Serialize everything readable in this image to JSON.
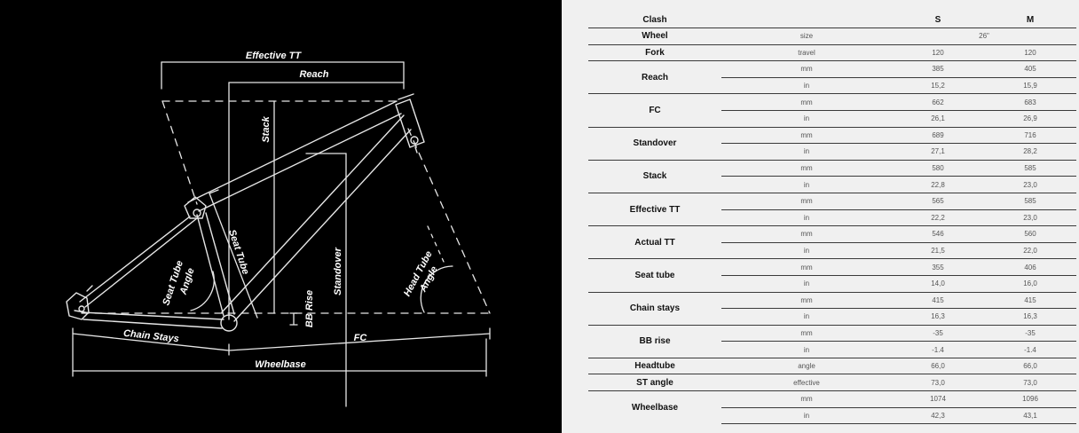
{
  "diagram": {
    "labels": {
      "effective_tt": "Effective TT",
      "reach": "Reach",
      "stack": "Stack",
      "seat_tube": "Seat Tube",
      "seat_tube_angle_line1": "Seat Tube",
      "seat_tube_angle_line2": "Angle",
      "standover": "Standover",
      "bb_rise": "BB Rise",
      "head_tube_angle_line1": "Head Tube",
      "head_tube_angle_line2": "Angle",
      "chain_stays": "Chain Stays",
      "fc": "FC",
      "wheelbase": "Wheelbase"
    }
  },
  "table": {
    "model": "Clash",
    "sizes": [
      "S",
      "M"
    ],
    "rows": [
      {
        "name": "Wheel",
        "units": [
          {
            "unit": "size",
            "span": true,
            "values": [
              "26\""
            ]
          }
        ]
      },
      {
        "name": "Fork",
        "units": [
          {
            "unit": "travel",
            "values": [
              "120",
              "120"
            ]
          }
        ]
      },
      {
        "name": "Reach",
        "units": [
          {
            "unit": "mm",
            "values": [
              "385",
              "405"
            ]
          },
          {
            "unit": "in",
            "values": [
              "15,2",
              "15,9"
            ]
          }
        ]
      },
      {
        "name": "FC",
        "units": [
          {
            "unit": "mm",
            "values": [
              "662",
              "683"
            ]
          },
          {
            "unit": "in",
            "values": [
              "26,1",
              "26,9"
            ]
          }
        ]
      },
      {
        "name": "Standover",
        "units": [
          {
            "unit": "mm",
            "values": [
              "689",
              "716"
            ]
          },
          {
            "unit": "in",
            "values": [
              "27,1",
              "28,2"
            ]
          }
        ]
      },
      {
        "name": "Stack",
        "units": [
          {
            "unit": "mm",
            "values": [
              "580",
              "585"
            ]
          },
          {
            "unit": "in",
            "values": [
              "22,8",
              "23,0"
            ]
          }
        ]
      },
      {
        "name": "Effective TT",
        "units": [
          {
            "unit": "mm",
            "values": [
              "565",
              "585"
            ]
          },
          {
            "unit": "in",
            "values": [
              "22,2",
              "23,0"
            ]
          }
        ]
      },
      {
        "name": "Actual TT",
        "units": [
          {
            "unit": "mm",
            "values": [
              "546",
              "560"
            ]
          },
          {
            "unit": "in",
            "values": [
              "21,5",
              "22,0"
            ]
          }
        ]
      },
      {
        "name": "Seat tube",
        "units": [
          {
            "unit": "mm",
            "values": [
              "355",
              "406"
            ]
          },
          {
            "unit": "in",
            "values": [
              "14,0",
              "16,0"
            ]
          }
        ]
      },
      {
        "name": "Chain stays",
        "units": [
          {
            "unit": "mm",
            "values": [
              "415",
              "415"
            ]
          },
          {
            "unit": "in",
            "values": [
              "16,3",
              "16,3"
            ]
          }
        ]
      },
      {
        "name": "BB rise",
        "units": [
          {
            "unit": "mm",
            "values": [
              "-35",
              "-35"
            ]
          },
          {
            "unit": "in",
            "values": [
              "-1.4",
              "-1.4"
            ]
          }
        ]
      },
      {
        "name": "Headtube",
        "units": [
          {
            "unit": "angle",
            "values": [
              "66,0",
              "66,0"
            ]
          }
        ]
      },
      {
        "name": "ST angle",
        "units": [
          {
            "unit": "effective",
            "values": [
              "73,0",
              "73,0"
            ]
          }
        ]
      },
      {
        "name": "Wheelbase",
        "units": [
          {
            "unit": "mm",
            "values": [
              "1074",
              "1096"
            ]
          },
          {
            "unit": "in",
            "values": [
              "42,3",
              "43,1"
            ]
          }
        ]
      }
    ]
  }
}
